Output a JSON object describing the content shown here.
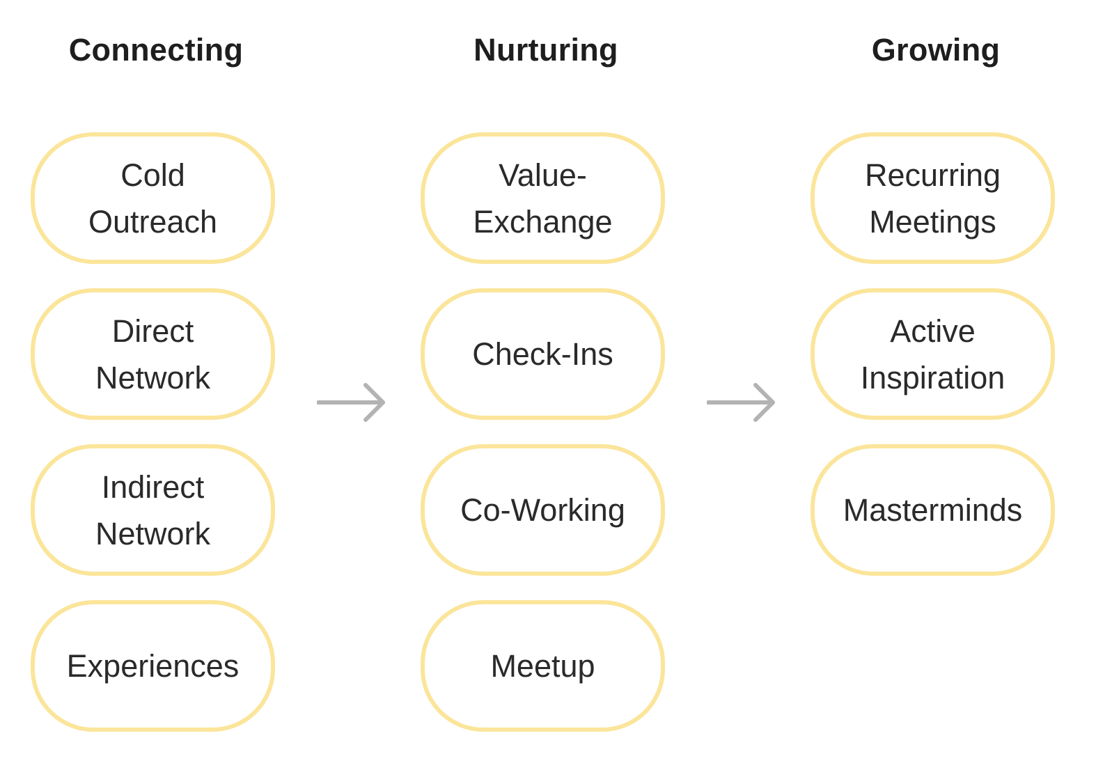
{
  "colors": {
    "node_border": "#fbe59a",
    "node_text": "#2a2a2a",
    "heading_text": "#1e1e1e",
    "arrow": "#b3b3b3"
  },
  "columns": [
    {
      "title": "Connecting",
      "items": [
        {
          "label": "Cold\nOutreach"
        },
        {
          "label": "Direct\nNetwork"
        },
        {
          "label": "Indirect\nNetwork"
        },
        {
          "label": "Experiences"
        }
      ]
    },
    {
      "title": "Nurturing",
      "items": [
        {
          "label": "Value-\nExchange"
        },
        {
          "label": "Check-Ins"
        },
        {
          "label": "Co-Working"
        },
        {
          "label": "Meetup"
        }
      ]
    },
    {
      "title": "Growing",
      "items": [
        {
          "label": "Recurring\nMeetings"
        },
        {
          "label": "Active\nInspiration"
        },
        {
          "label": "Masterminds"
        }
      ]
    }
  ],
  "arrows": [
    {
      "icon": "arrow-right-icon",
      "from": "Connecting",
      "to": "Nurturing"
    },
    {
      "icon": "arrow-right-icon",
      "from": "Nurturing",
      "to": "Growing"
    }
  ]
}
